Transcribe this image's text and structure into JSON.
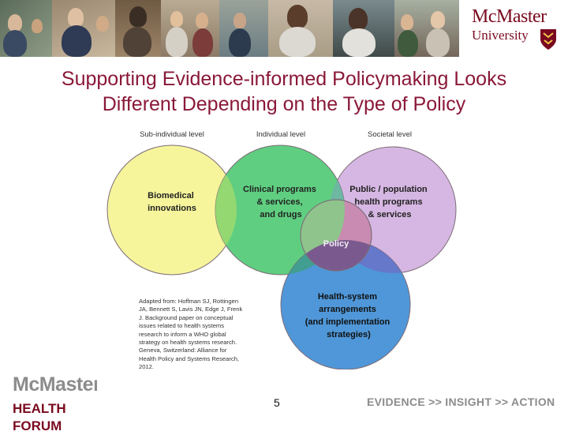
{
  "header": {
    "brand_name": "McMaster",
    "brand_sub": "University",
    "crest_icon": "mcmaster-crest-icon",
    "photo_colors": [
      "#5b6b5a",
      "#7d6a4f",
      "#9a8870",
      "#6f5a43",
      "#3f4a48",
      "#8c7a66",
      "#a99d86",
      "#514239",
      "#6b7c82",
      "#c7b9a6",
      "#74665a"
    ]
  },
  "slide": {
    "title_line1": "Supporting Evidence-informed Policymaking Looks",
    "title_line2": "Different Depending on the Type of Policy"
  },
  "diagram": {
    "levels": [
      "Sub-individual level",
      "Individual level",
      "Societal level"
    ],
    "circles": [
      {
        "lines": [
          "Biomedical",
          "innovations"
        ],
        "color": "#f6f59c"
      },
      {
        "lines": [
          "Clinical programs",
          "& services,",
          "and drugs"
        ],
        "color": "#5fce80"
      },
      {
        "lines": [
          "Public / population",
          "health programs",
          "& services"
        ],
        "color": "#d6b7e3"
      },
      {
        "lines": [
          "Health-system",
          "arrangements",
          "(and implementation",
          "strategies)"
        ],
        "color": "#4f97d8"
      }
    ],
    "center_label": "Policy",
    "colors": {
      "overlap_center": "#7a5a8e",
      "overlap_policy": "#c98bb1",
      "stroke": "#7d6c77"
    }
  },
  "citation": {
    "lines": [
      "Adapted from: Hoffman SJ, Rottingen",
      "JA, Bennett S, Lavis JN, Edge J, Frenk",
      "J. Background paper on conceptual",
      "issues related to health systems",
      "research to inform a WHO global",
      "strategy on health systems research.",
      "Geneva, Switzerland: Alliance for",
      "Health Policy and Systems Research,",
      "2012."
    ]
  },
  "footer": {
    "logo_line1": "McMaster",
    "logo_line2": "HEALTH FORUM",
    "page_number": "5",
    "tagline": "EVIDENCE >> INSIGHT >> ACTION"
  }
}
